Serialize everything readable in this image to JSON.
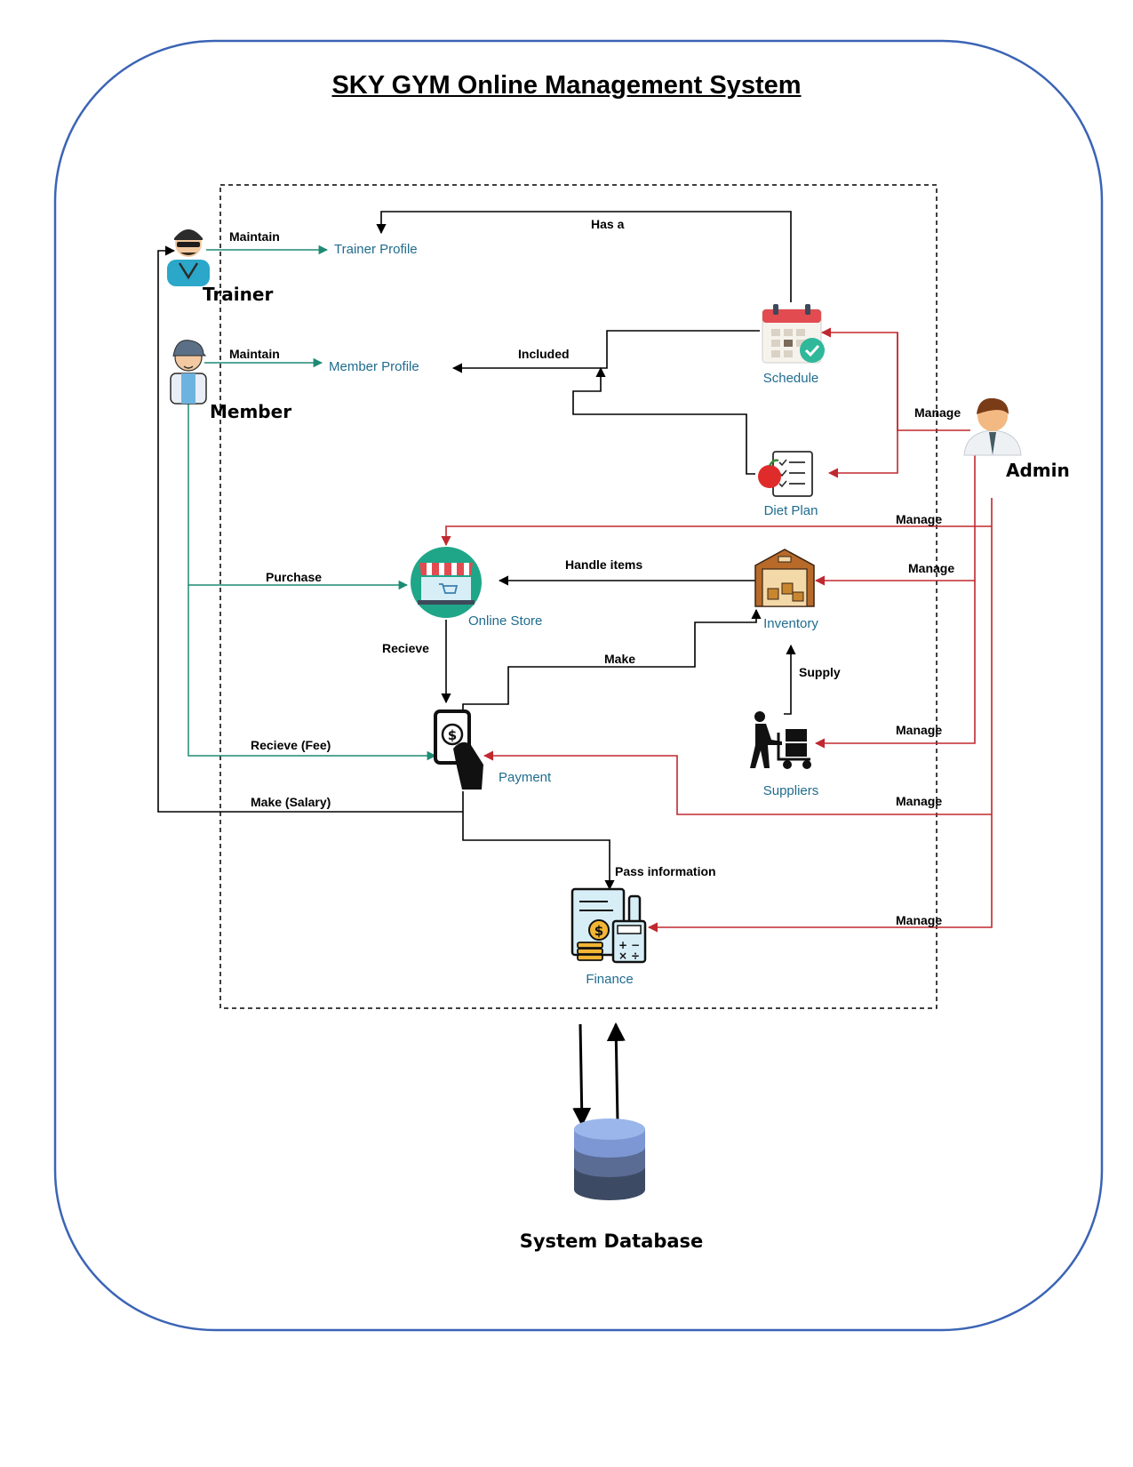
{
  "title": "SKY GYM Online Management System",
  "actors": {
    "trainer": "Trainer",
    "member": "Member",
    "admin": "Admin"
  },
  "nodes": {
    "trainer_profile": "Trainer Profile",
    "member_profile": "Member Profile",
    "schedule": "Schedule",
    "diet_plan": "Diet Plan",
    "online_store": "Online Store",
    "inventory": "Inventory",
    "payment": "Payment",
    "suppliers": "Suppliers",
    "finance": "Finance",
    "database": "System Database"
  },
  "edges": {
    "trainer_maintain": "Maintain",
    "member_maintain": "Maintain",
    "has_a": "Has a",
    "included": "Included",
    "manage_schedule": "Manage",
    "manage_store": "Manage",
    "manage_inventory": "Manage",
    "manage_suppliers": "Manage",
    "manage_payment": "Manage",
    "manage_finance": "Manage",
    "purchase": "Purchase",
    "handle_items": "Handle items",
    "recieve": "Recieve",
    "make": "Make",
    "supply": "Supply",
    "recieve_fee": "Recieve (Fee)",
    "make_salary": "Make (Salary)",
    "pass_information": "Pass information"
  },
  "colors": {
    "frame": "#3b64b5",
    "member_flow": "#1f8a74",
    "admin_flow": "#c0282f",
    "node_text": "#1f6c8e"
  }
}
